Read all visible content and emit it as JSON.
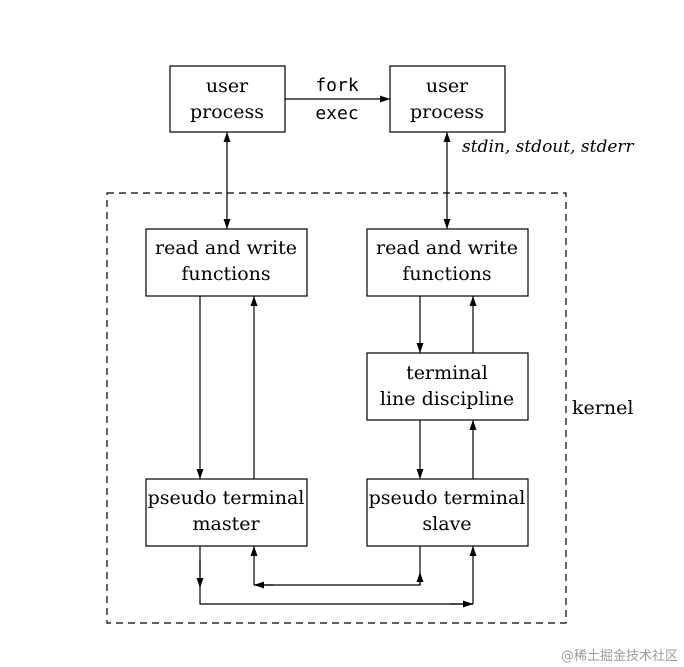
{
  "boxes": {
    "user_process_left": [
      "user",
      "process"
    ],
    "user_process_right": [
      "user",
      "process"
    ],
    "rw_left": [
      "read and write",
      "functions"
    ],
    "rw_right": [
      "read and write",
      "functions"
    ],
    "line_discipline": [
      "terminal",
      "line discipline"
    ],
    "pty_master": [
      "pseudo terminal",
      "master"
    ],
    "pty_slave": [
      "pseudo terminal",
      "slave"
    ]
  },
  "labels": {
    "fork": "fork",
    "exec": "exec",
    "stdio": "stdin, stdout, stderr",
    "kernel": "kernel"
  },
  "watermark": "@稀土掘金技术社区"
}
